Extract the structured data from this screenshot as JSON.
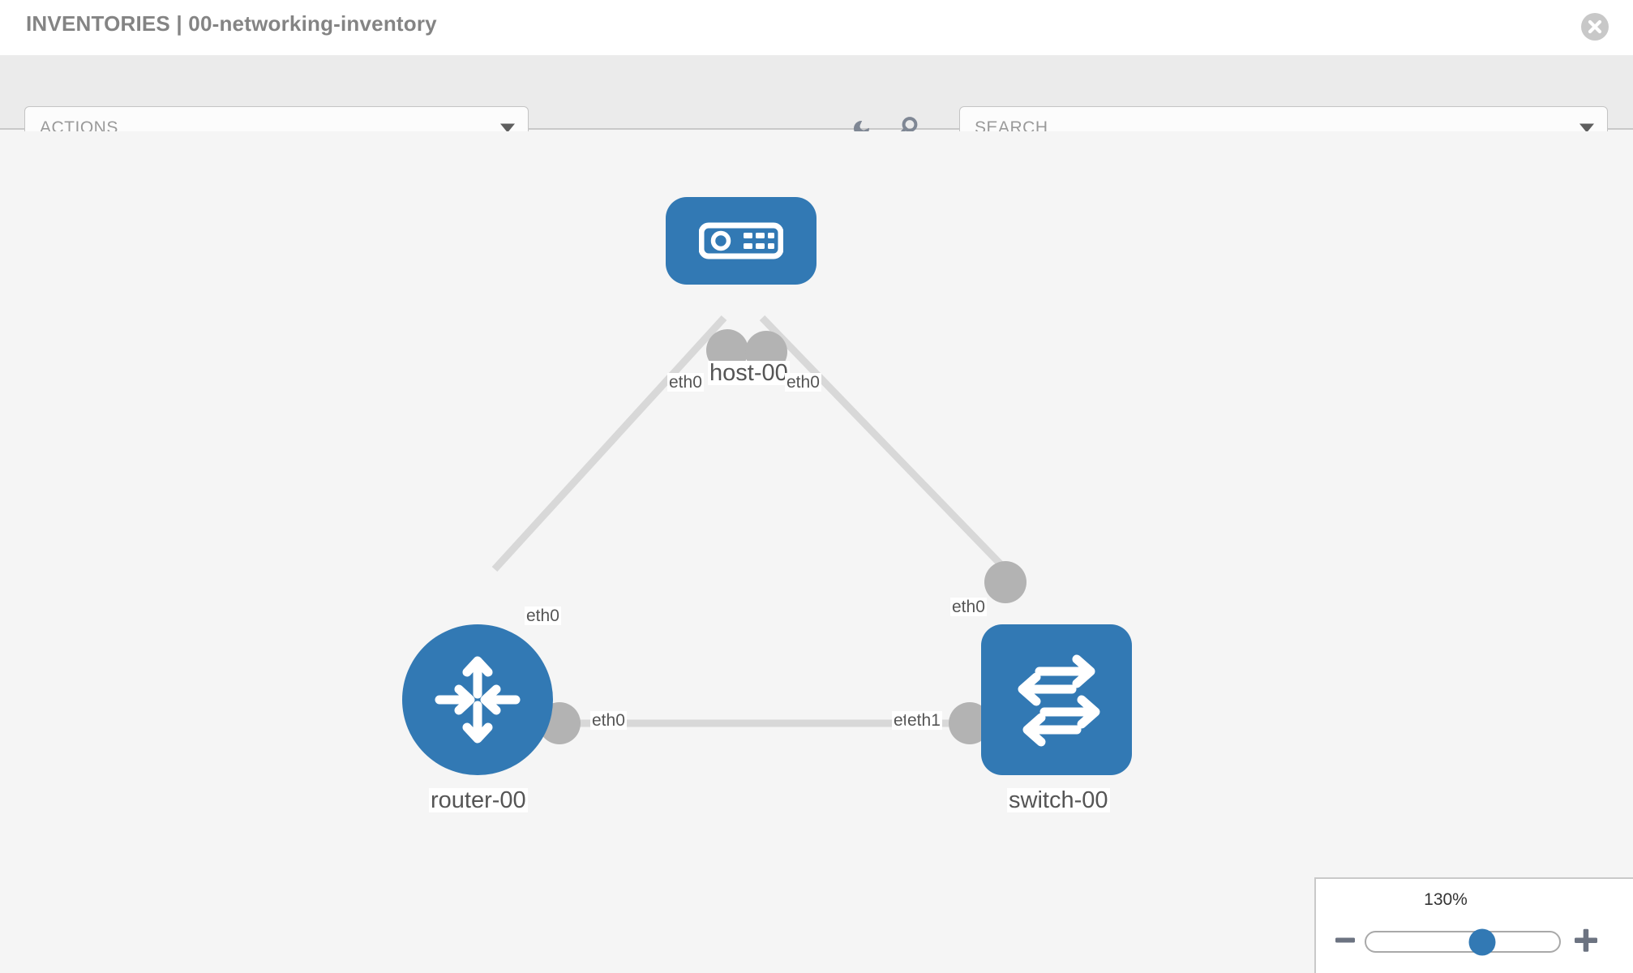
{
  "header": {
    "title": "INVENTORIES | 00-networking-inventory",
    "close_icon": "close-circle-icon"
  },
  "toolbar": {
    "actions": {
      "label": "ACTIONS",
      "selected": "ACTIONS",
      "caret_icon": "chevron-down-icon"
    },
    "search": {
      "placeholder": "SEARCH",
      "value": "SEARCH",
      "caret_icon": "chevron-down-icon"
    },
    "wrench_icon": "wrench-icon",
    "key_icon": "key-icon"
  },
  "topology": {
    "accent_color": "#3279b4",
    "edge_color": "#d8d8d8",
    "interface_color": "#b3b3b3",
    "nodes": [
      {
        "id": "host",
        "label": "host-00",
        "icon": "server-icon",
        "shape": "rounded-rect"
      },
      {
        "id": "router",
        "label": "router-00",
        "icon": "router-arrows-icon",
        "shape": "circle"
      },
      {
        "id": "switch",
        "label": "switch-00",
        "icon": "switch-arrows-icon",
        "shape": "rounded-rect"
      }
    ],
    "edges": [
      {
        "from": "host",
        "to": "router",
        "from_label": "eth0",
        "to_label": "eth0"
      },
      {
        "from": "host",
        "to": "switch",
        "from_label": "eth0",
        "to_label": "eth0"
      },
      {
        "from": "router",
        "to": "switch",
        "from_label": "eth0",
        "to_label": "eth1",
        "to_label_under": "eth0"
      }
    ]
  },
  "zoom_control": {
    "percent": "130%",
    "minus_label": "minus-icon",
    "plus_label": "plus-icon",
    "slider_position_percent": 60
  }
}
